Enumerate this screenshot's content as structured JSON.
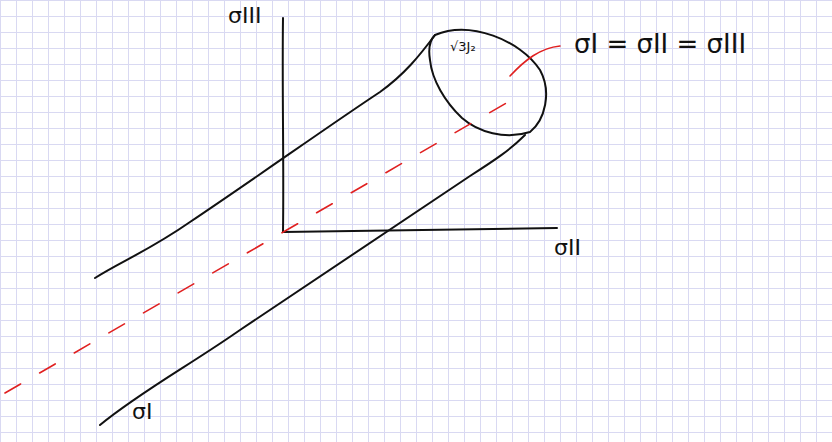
{
  "diagram": {
    "labels": [
      "σIII",
      "σII",
      "σI",
      "σI = σII = σIII",
      "√3J₂"
    ]
  }
}
